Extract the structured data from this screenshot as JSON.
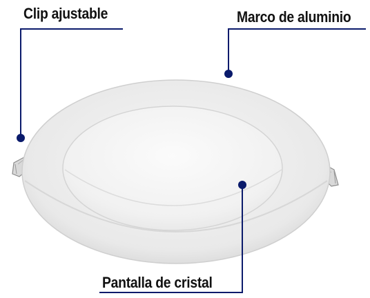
{
  "callouts": {
    "clip": {
      "label": "Clip ajustable"
    },
    "frame": {
      "label": "Marco de aluminio"
    },
    "glass": {
      "label": "Pantalla de cristal"
    }
  },
  "colors": {
    "leader": "#0a1a6b",
    "frame": "#e6e6e6",
    "panel": "#f4f4f4",
    "text": "#111111"
  }
}
